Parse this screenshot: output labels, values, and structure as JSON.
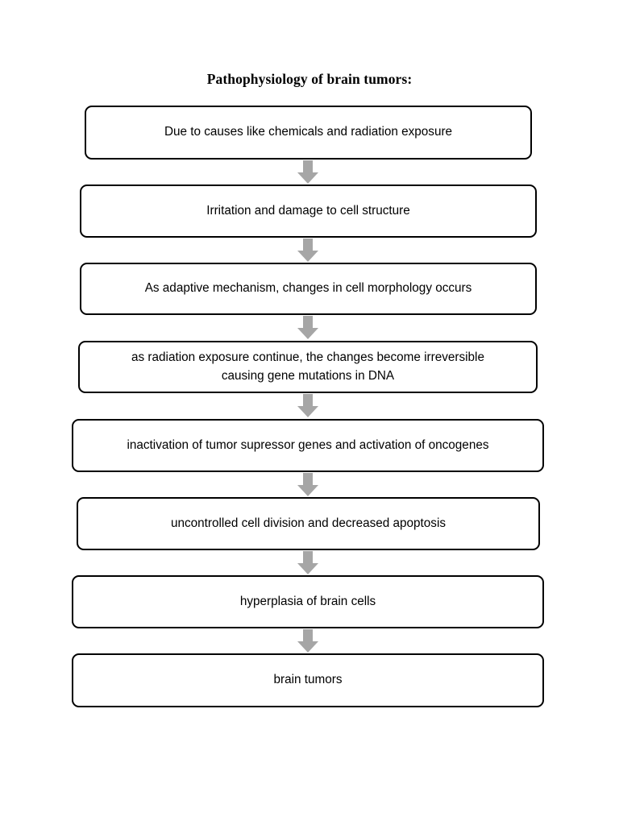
{
  "document": {
    "title": "Pathophysiology of brain tumors:",
    "background_color": "#ffffff",
    "text_color": "#000000",
    "node_border_color": "#000000",
    "arrow_color": "#a6a6a6"
  },
  "flowchart": {
    "type": "flowchart",
    "orientation": "vertical",
    "connector_icon": "down-arrow-icon",
    "nodes": [
      {
        "id": "node-1",
        "text": "Due to causes like chemicals and radiation exposure",
        "lines": [
          "Due to causes like chemicals and radiation exposure"
        ]
      },
      {
        "id": "node-2",
        "text": "Irritation and damage to cell structure",
        "lines": [
          "Irritation and damage to cell structure"
        ]
      },
      {
        "id": "node-3",
        "text": "As adaptive mechanism, changes in cell morphology occurs",
        "lines": [
          "As adaptive mechanism, changes in cell morphology occurs"
        ]
      },
      {
        "id": "node-4",
        "text": "as radiation exposure continue, the changes become irreversible causing gene mutations in DNA",
        "lines": [
          "as radiation exposure continue, the changes become irreversible",
          "causing gene mutations in DNA"
        ]
      },
      {
        "id": "node-5",
        "text": "inactivation of tumor supressor genes and activation of oncogenes",
        "lines": [
          "inactivation of tumor supressor genes and activation of oncogenes"
        ]
      },
      {
        "id": "node-6",
        "text": "uncontrolled cell division and decreased apoptosis",
        "lines": [
          "uncontrolled cell division and decreased apoptosis"
        ]
      },
      {
        "id": "node-7",
        "text": "hyperplasia of brain cells",
        "lines": [
          "hyperplasia of brain cells"
        ]
      },
      {
        "id": "node-8",
        "text": "brain tumors",
        "lines": [
          "brain tumors"
        ]
      }
    ],
    "edges": [
      {
        "from": "node-1",
        "to": "node-2"
      },
      {
        "from": "node-2",
        "to": "node-3"
      },
      {
        "from": "node-3",
        "to": "node-4"
      },
      {
        "from": "node-4",
        "to": "node-5"
      },
      {
        "from": "node-5",
        "to": "node-6"
      },
      {
        "from": "node-6",
        "to": "node-7"
      },
      {
        "from": "node-7",
        "to": "node-8"
      }
    ]
  }
}
